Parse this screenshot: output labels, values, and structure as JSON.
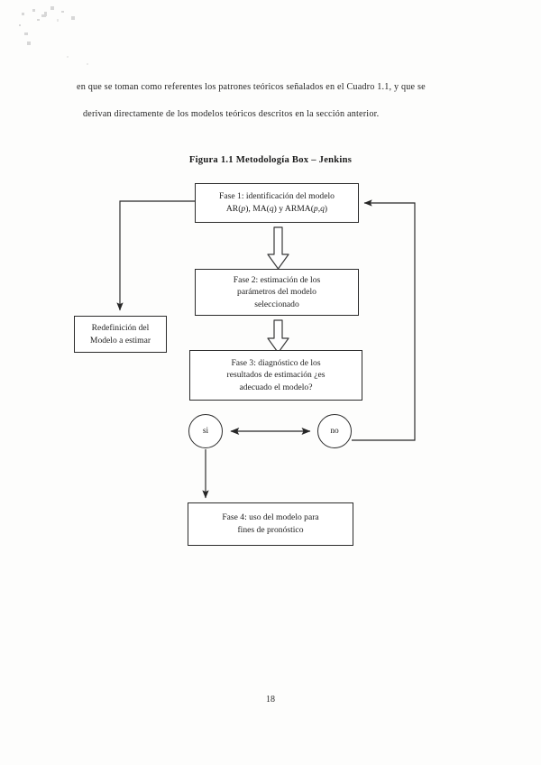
{
  "page": {
    "number": "18",
    "background_color": "#fdfdfc",
    "ink_color": "#202020"
  },
  "body_text": {
    "line1": "en que se toman como referentes los patrones teóricos señalados en el Cuadro 1.1, y que se",
    "line2": "derivan directamente de los modelos teóricos descritos en la sección anterior."
  },
  "figure": {
    "caption": "Figura 1.1 Metodología Box – Jenkins",
    "boxes": {
      "box1": {
        "line1": "Fase 1: identificación del modelo",
        "line2_pre": "AR(",
        "line2_p1": "p",
        "line2_mid1": "), MA(",
        "line2_q": "q",
        "line2_mid2": ") y ARMA(",
        "line2_pq": "p,q",
        "line2_post": ")"
      },
      "box2": {
        "line1": "Fase 2: estimación de los",
        "line2": "parámetros del modelo",
        "line3": "seleccionado"
      },
      "box3": {
        "line1": "Fase 3: diagnóstico de los",
        "line2": "resultados de estimación ¿es",
        "line3": "adecuado el modelo?"
      },
      "box_redefinicion": {
        "line1": "Redefinición del",
        "line2": "Modelo a estimar"
      },
      "box4": {
        "line1": "Fase 4: uso del modelo para",
        "line2": "fines de pronóstico"
      }
    },
    "decision_nodes": {
      "yes": "si",
      "no": "no"
    },
    "connectors": [
      {
        "name": "block-arrow-box1-to-box2",
        "style": "hollow-block-arrow",
        "direction": "down"
      },
      {
        "name": "block-arrow-box2-to-box3",
        "style": "hollow-block-arrow",
        "direction": "down"
      },
      {
        "name": "line-box1-to-redefinicion",
        "style": "line-arrow",
        "direction": "left-then-down"
      },
      {
        "name": "line-si-to-box4",
        "style": "line-arrow",
        "direction": "down"
      },
      {
        "name": "line-si-no-bidirectional",
        "style": "double-headed-arrow",
        "direction": "horizontal"
      },
      {
        "name": "line-no-to-box1-feedback",
        "style": "line-arrow",
        "direction": "right-up-left"
      }
    ]
  }
}
